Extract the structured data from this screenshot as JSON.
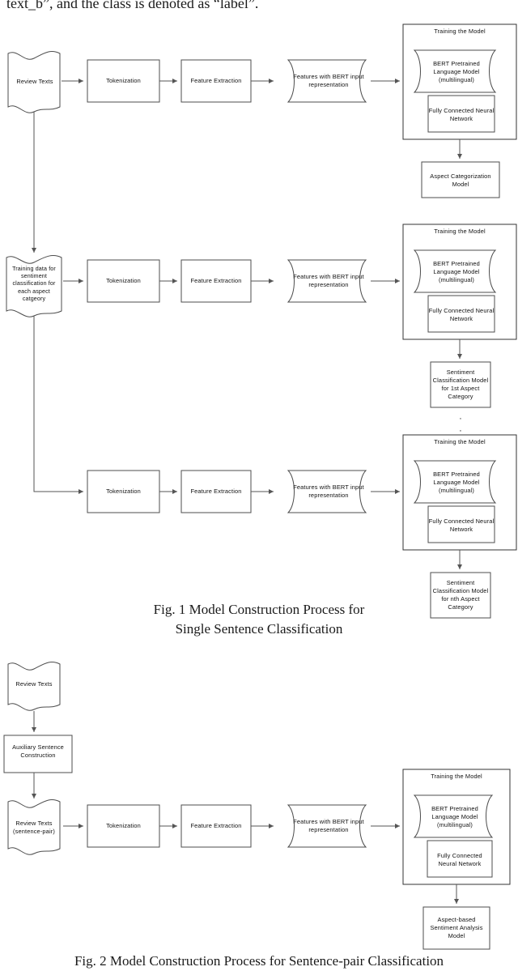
{
  "document": {
    "body_text_fragment": "text_b”, and the class is denoted as “label”.",
    "figure1_caption_line1": "Fig. 1 Model Construction Process for",
    "figure1_caption_line2": "Single Sentence Classification",
    "figure2_caption": "Fig. 2 Model Construction Process for Sentence-pair Classification"
  },
  "palette": {
    "stroke": "#4d4d4d",
    "dark_stroke": "#333333",
    "fill": "#ffffff",
    "text": "#111111",
    "arrow": "#555555"
  },
  "figure1": {
    "name": "Model Construction Process for Single Sentence Classification",
    "nodes": {
      "review_texts": "Review Texts",
      "training_data": "Training data for sentiment classification for each aspect catgeory",
      "tokenization": "Tokenization",
      "feature_extraction": "Feature Extraction",
      "features_bert": "Features with BERT input representation",
      "training_group": "Training the Model",
      "bert_model": "BERT Pretrained Language Model (multilingual)",
      "fcnn": "Fully Connected Neural Network",
      "aspect_categorization_model": "Aspect Categorization Model",
      "sentiment_model_1st": "Sentiment Classification Model for 1st Aspect Category",
      "sentiment_model_nth": "Sentiment Classification Model for nth Aspect Category",
      "vertical_ellipsis": "·"
    },
    "rows": [
      {
        "id": "row-1",
        "source": "Review Texts",
        "steps": [
          "Tokenization",
          "Feature Extraction",
          "Features with BERT input representation"
        ],
        "group": "Training the Model",
        "group_children": [
          "BERT Pretrained Language Model (multilingual)",
          "Fully Connected Neural Network"
        ],
        "output": "Aspect Categorization Model"
      },
      {
        "id": "row-2",
        "source": "Training data for sentiment classification for each aspect catgeory",
        "steps": [
          "Tokenization",
          "Feature Extraction",
          "Features with BERT input representation"
        ],
        "group": "Training the Model",
        "group_children": [
          "BERT Pretrained Language Model (multilingual)",
          "Fully Connected Neural Network"
        ],
        "output": "Sentiment Classification Model for 1st Aspect Category"
      },
      {
        "id": "row-3",
        "source": "",
        "steps": [
          "Tokenization",
          "Feature Extraction",
          "Features with BERT input representation"
        ],
        "group": "Training the Model",
        "group_children": [
          "BERT Pretrained Language Model (multilingual)",
          "Fully Connected Neural Network"
        ],
        "output": "Sentiment Classification Model for nth Aspect Category"
      }
    ]
  },
  "figure2": {
    "name": "Model Construction Process for Sentence-pair Classification",
    "nodes": {
      "review_texts": "Review Texts",
      "auxiliary_sentence": "Auxiliary Sentence Construction",
      "review_texts_pair": "Review Texts (sentence-pair)",
      "tokenization": "Tokenization",
      "feature_extraction": "Feature Extraction",
      "features_bert": "Features with BERT input representation",
      "training_group": "Training the Model",
      "bert_model": "BERT Pretrained Language Model (multilingual)",
      "fcnn": "Fully Connected Neural Network",
      "absa_model": "Aspect-based Sentiment Analysis Model"
    }
  }
}
